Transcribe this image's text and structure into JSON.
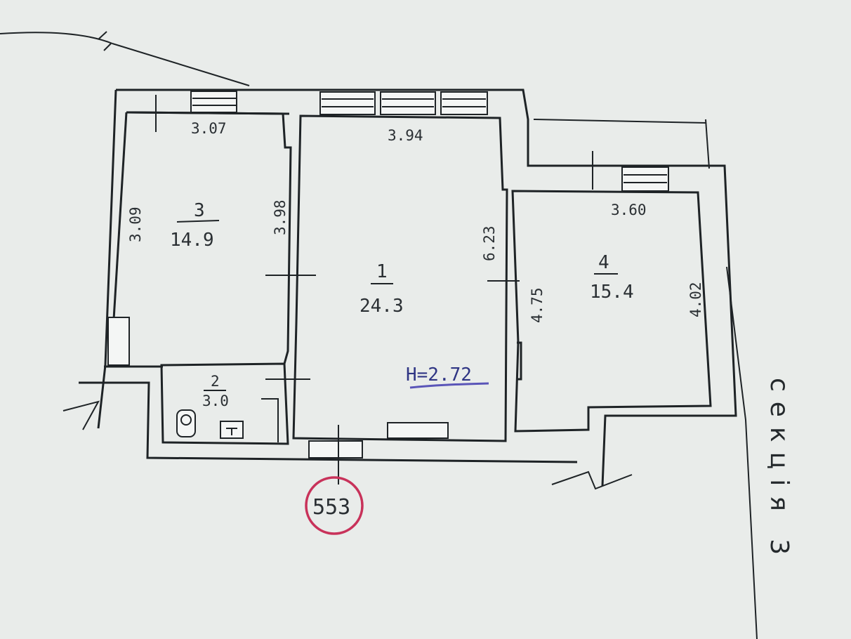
{
  "rooms": [
    {
      "number": "1",
      "area": "24.3"
    },
    {
      "number": "2",
      "area": "3.0"
    },
    {
      "number": "3",
      "area": "14.9"
    },
    {
      "number": "4",
      "area": "15.4"
    }
  ],
  "dimensions": {
    "room3_top": "3.07",
    "room3_left": "3.09",
    "room3_right": "3.98",
    "room1_top": "3.94",
    "room1_right": "6.23",
    "room4_top": "3.60",
    "room4_left": "4.75",
    "room4_right": "4.02"
  },
  "ceiling_height": "H=2.72",
  "apartment_number": "553",
  "section_label": "секція 3",
  "colors": {
    "stamp_circle": "#c8325a",
    "height_underline": "#5a55b8",
    "wall": "#1e2326"
  }
}
